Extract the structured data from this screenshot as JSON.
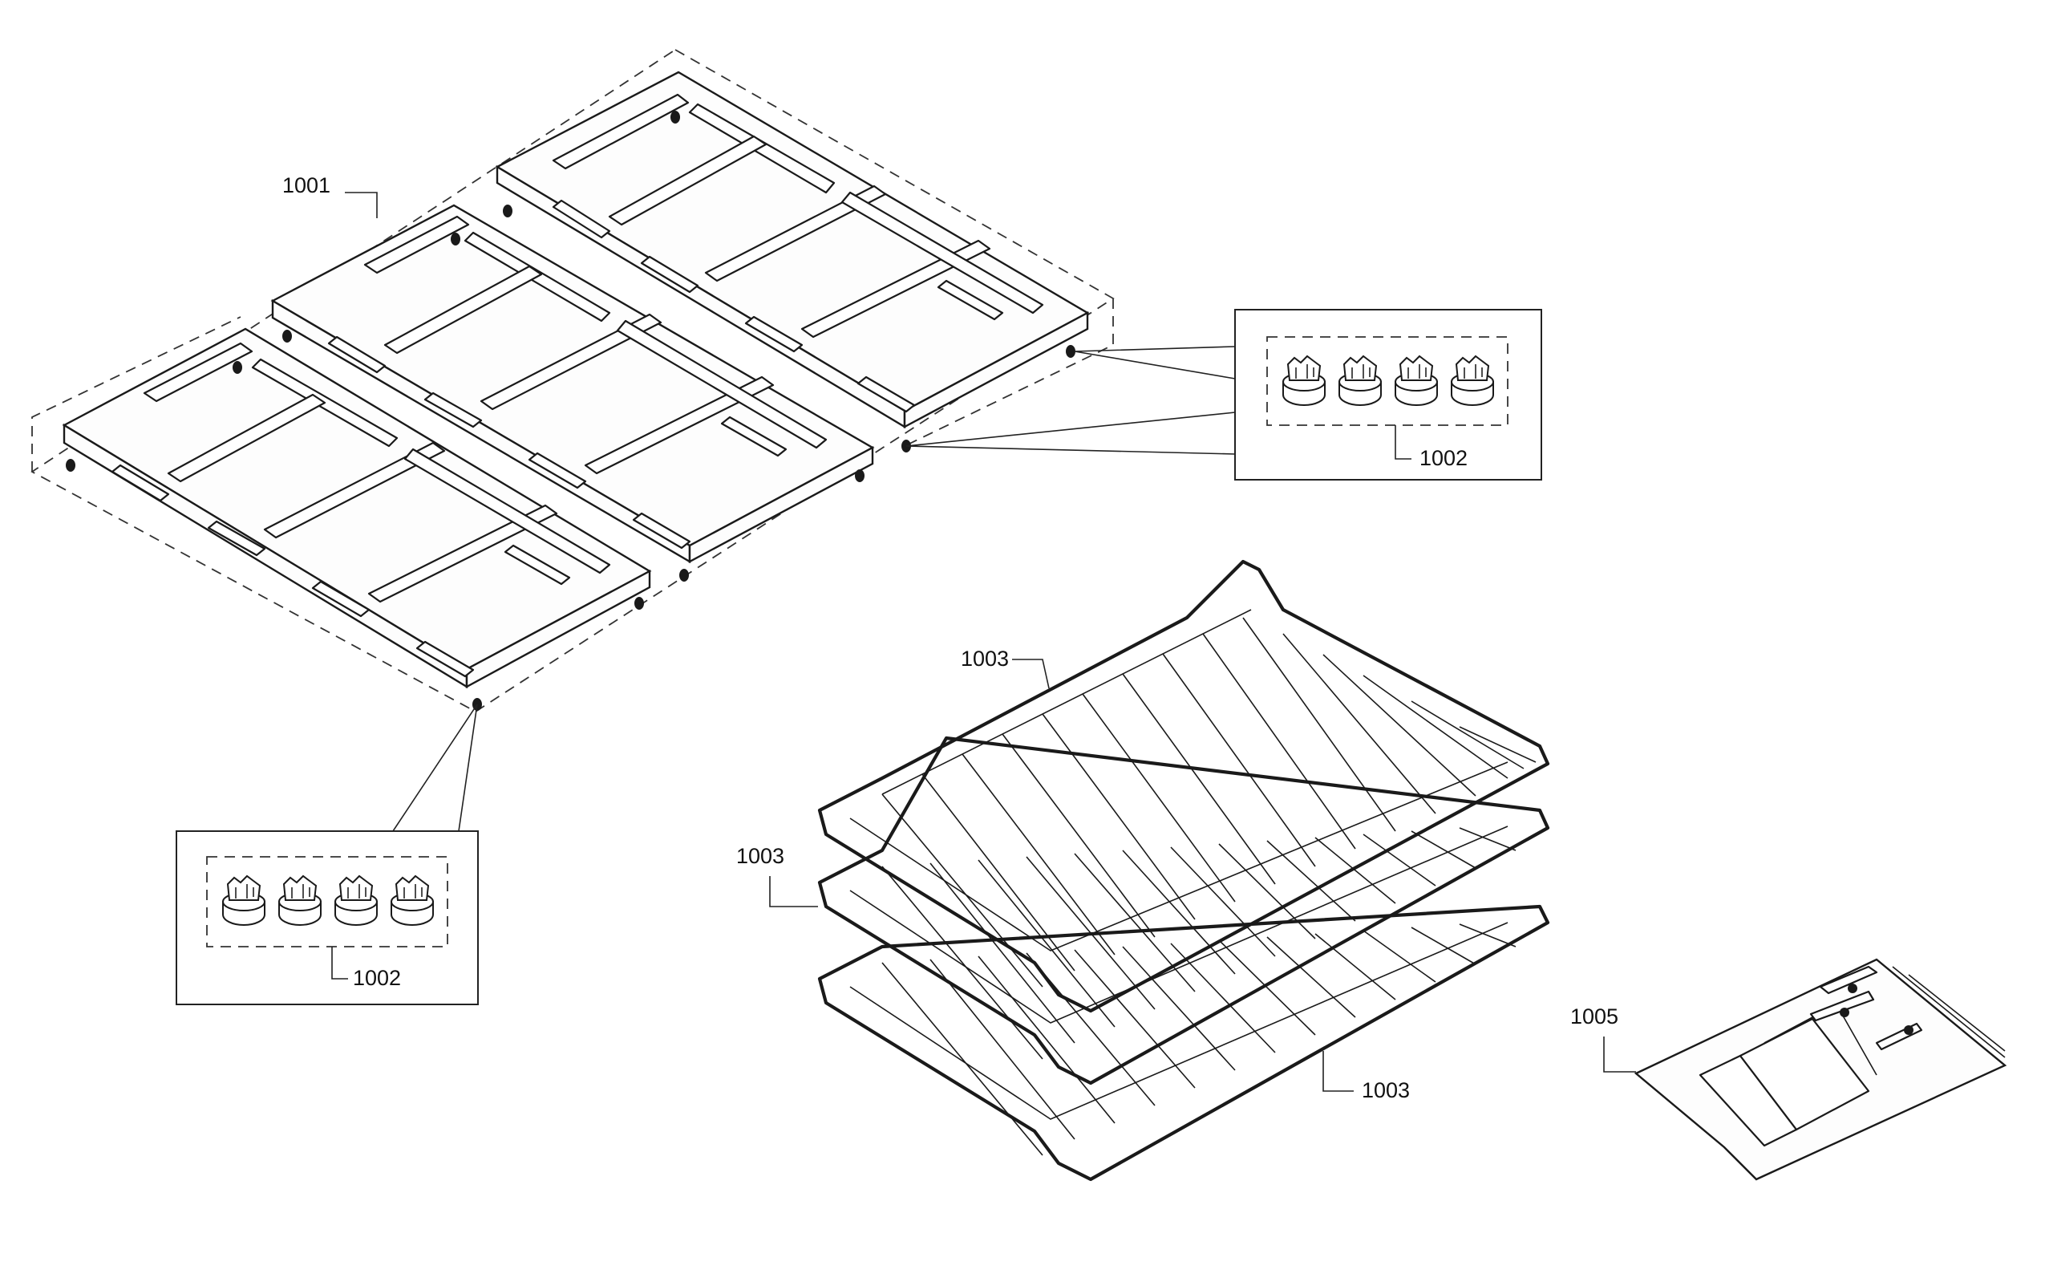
{
  "callouts": {
    "grates": "1001",
    "feet_right": "1002",
    "feet_left": "1002",
    "rack_top": "1003",
    "rack_middle": "1003",
    "rack_bottom": "1003",
    "hardware_kit": "1005"
  },
  "colors": {
    "line": "#1a1a1a",
    "background": "#ffffff"
  },
  "parts": {
    "grates": {
      "count": 3
    },
    "feet_per_bag": 4,
    "racks": {
      "count": 3
    }
  }
}
